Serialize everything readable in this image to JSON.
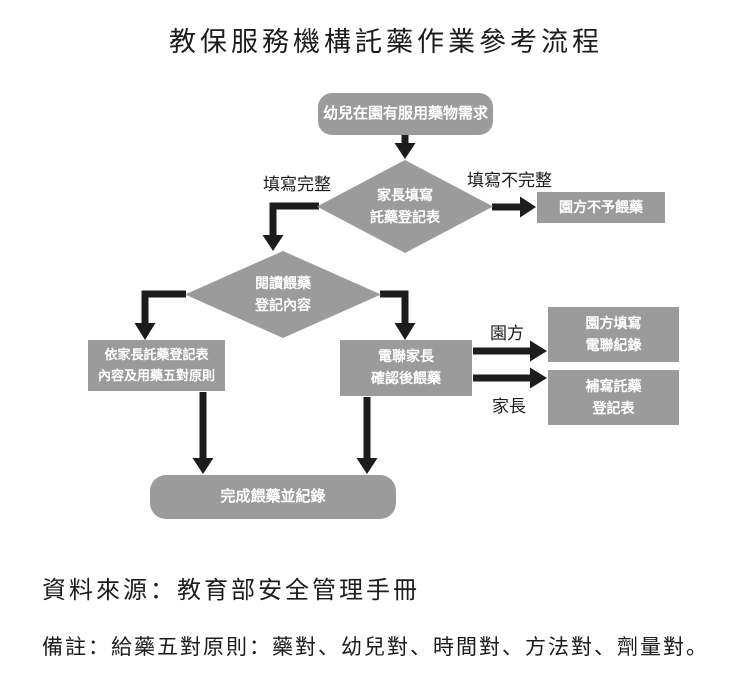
{
  "title": "教保服務機構託藥作業參考流程",
  "flowchart": {
    "start": "幼兒在園有服用藥物需求",
    "decision_parent_form": {
      "line1": "家長填寫",
      "line2": "託藥登記表"
    },
    "branch_complete": "填寫完整",
    "branch_incomplete": "填寫不完整",
    "no_feed": "園方不予餵藥",
    "decision_read": {
      "line1": "閱讀餵藥",
      "line2": "登記內容"
    },
    "follow_rules": {
      "line1": "依家長託藥登記表",
      "line2": "內容及用藥五對原則"
    },
    "call_parent": {
      "line1": "電聯家長",
      "line2": "確認後餵藥"
    },
    "label_school": "園方",
    "label_parent": "家長",
    "record_call": {
      "line1": "園方填寫",
      "line2": "電聯紀錄"
    },
    "supplement_form": {
      "line1": "補寫託藥",
      "line2": "登記表"
    },
    "done": "完成餵藥並紀錄"
  },
  "footer": {
    "source": "資料來源：教育部安全管理手冊",
    "note": "備註：給藥五對原則：藥對、幼兒對、時間對、方法對、劑量對。"
  },
  "colors": {
    "shape_fill": "#9b9b9b",
    "arrow": "#1c1c1c",
    "text_on_shape": "#ffffff",
    "text": "#1c1c1c"
  }
}
